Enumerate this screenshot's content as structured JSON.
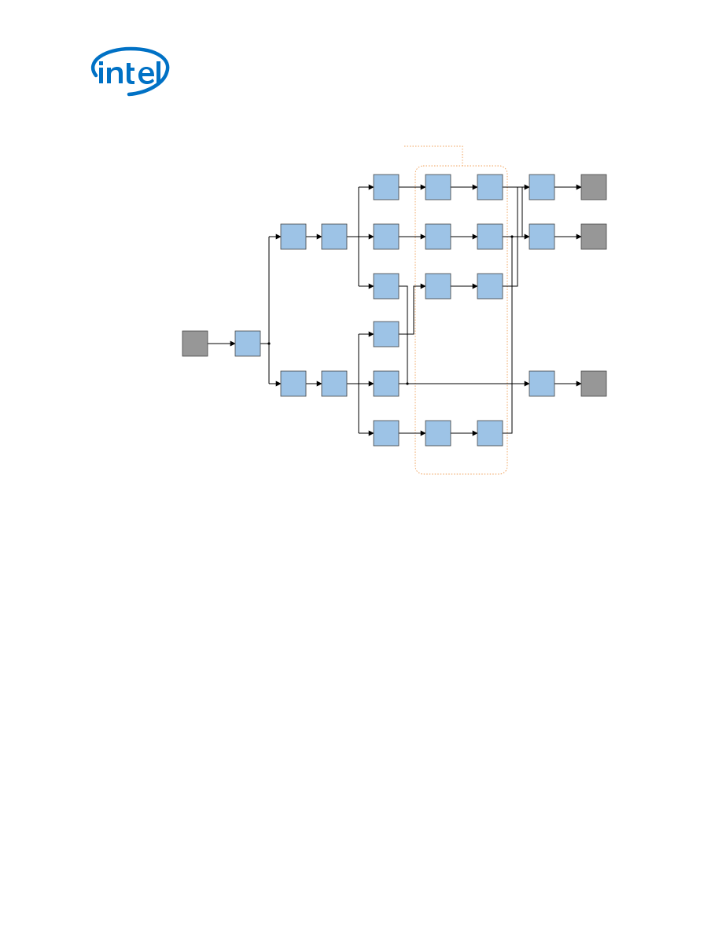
{
  "logo": {
    "brand": "intel",
    "color": "#0071c5"
  },
  "colors": {
    "node_fill": "#9dc3e6",
    "terminal_fill": "#979797",
    "group_outline": "#f0a35e",
    "wire": "#000000"
  },
  "diagram": {
    "nodes": [
      {
        "id": "src",
        "kind": "terminal"
      },
      {
        "id": "n0",
        "kind": "block"
      },
      {
        "id": "a1",
        "kind": "block"
      },
      {
        "id": "a2",
        "kind": "block"
      },
      {
        "id": "b1",
        "kind": "block"
      },
      {
        "id": "b2",
        "kind": "block"
      },
      {
        "id": "c1",
        "kind": "block"
      },
      {
        "id": "c2",
        "kind": "block"
      },
      {
        "id": "c3",
        "kind": "block"
      },
      {
        "id": "c4",
        "kind": "block"
      },
      {
        "id": "c5",
        "kind": "block"
      },
      {
        "id": "c6",
        "kind": "block"
      },
      {
        "id": "d1",
        "kind": "block"
      },
      {
        "id": "d2",
        "kind": "block"
      },
      {
        "id": "d3",
        "kind": "block"
      },
      {
        "id": "d6",
        "kind": "block"
      },
      {
        "id": "e1",
        "kind": "block"
      },
      {
        "id": "e2",
        "kind": "block"
      },
      {
        "id": "e3",
        "kind": "block"
      },
      {
        "id": "e6",
        "kind": "block"
      },
      {
        "id": "f1",
        "kind": "block"
      },
      {
        "id": "f2",
        "kind": "block"
      },
      {
        "id": "f3",
        "kind": "block"
      },
      {
        "id": "t1",
        "kind": "terminal"
      },
      {
        "id": "t2",
        "kind": "terminal"
      },
      {
        "id": "t3",
        "kind": "terminal"
      }
    ],
    "group": {
      "id": "highlight-group",
      "members": [
        "d1",
        "e1",
        "d2",
        "e2",
        "d3",
        "e3",
        "d6",
        "e6"
      ]
    }
  }
}
